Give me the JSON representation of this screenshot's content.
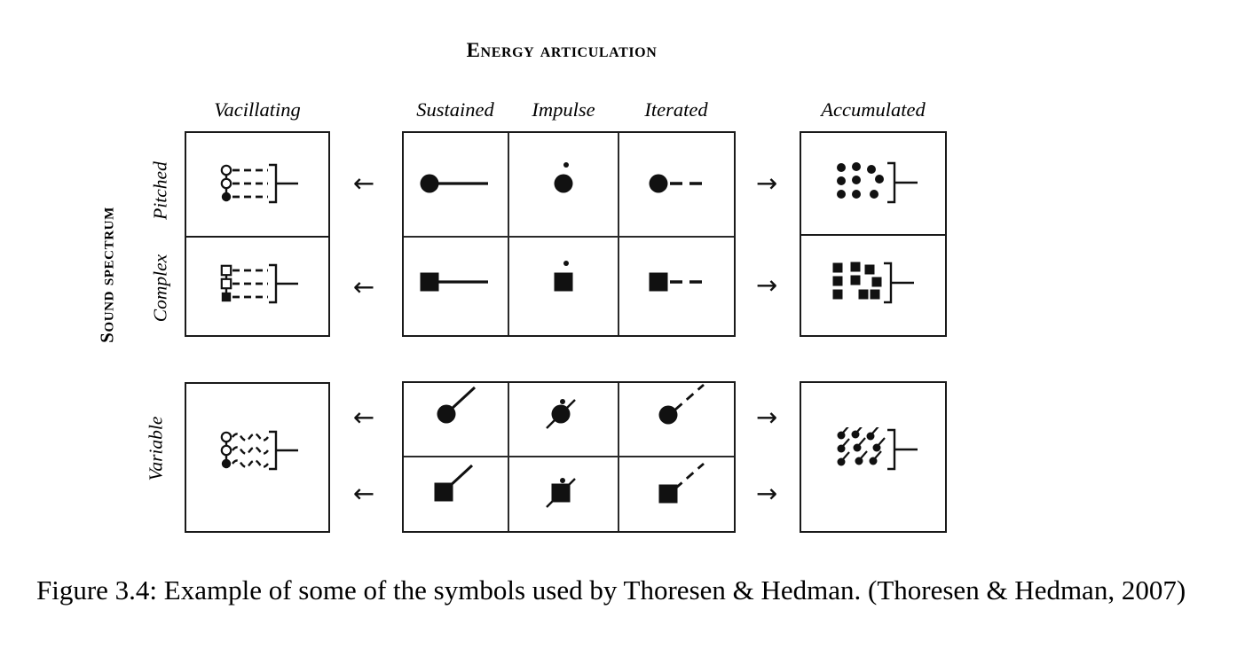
{
  "figure": {
    "title": "Energy articulation",
    "left_axis_label": "Sound spectrum",
    "column_headers": {
      "vacillating": "Vacillating",
      "sustained": "Sustained",
      "impulse": "Impulse",
      "iterated": "Iterated",
      "accumulated": "Accumulated"
    },
    "row_labels": {
      "pitched": "Pitched",
      "complex": "Complex",
      "variable": "Variable"
    },
    "arrows": {
      "left": "←",
      "right": "→"
    },
    "symbols": {
      "pitched_vacillating": "stacked-circles-dashed-bracket",
      "complex_vacillating": "stacked-squares-dashed-bracket",
      "variable_vacillating": "stacked-circles-wavy-bracket",
      "pitched_sustained": "filled-circle-solid-line",
      "pitched_impulse": "filled-circle-dot-above",
      "pitched_iterated": "filled-circle-dashed-line",
      "complex_sustained": "filled-square-solid-line",
      "complex_impulse": "filled-square-dot-above",
      "complex_iterated": "filled-square-dashed-line",
      "variable_circle_sustained": "filled-circle-diagonal-line",
      "variable_circle_impulse": "filled-circle-dot-diagonal-slash",
      "variable_circle_iterated": "filled-circle-diagonal-dashed-line",
      "variable_square_sustained": "filled-square-diagonal-line",
      "variable_square_impulse": "filled-square-dot-diagonal-slash",
      "variable_square_iterated": "filled-square-diagonal-dashed-line",
      "pitched_accumulated": "dot-cluster-bracket",
      "complex_accumulated": "square-cluster-bracket",
      "variable_accumulated": "dot-tail-cluster-bracket"
    }
  },
  "caption": {
    "text": "Figure 3.4: Example of some of the symbols used by Thoresen & Hedman. (Thoresen & Hedman, 2007)"
  },
  "colors": {
    "ink": "#111111",
    "border": "#1a1a1a",
    "background": "#ffffff"
  }
}
